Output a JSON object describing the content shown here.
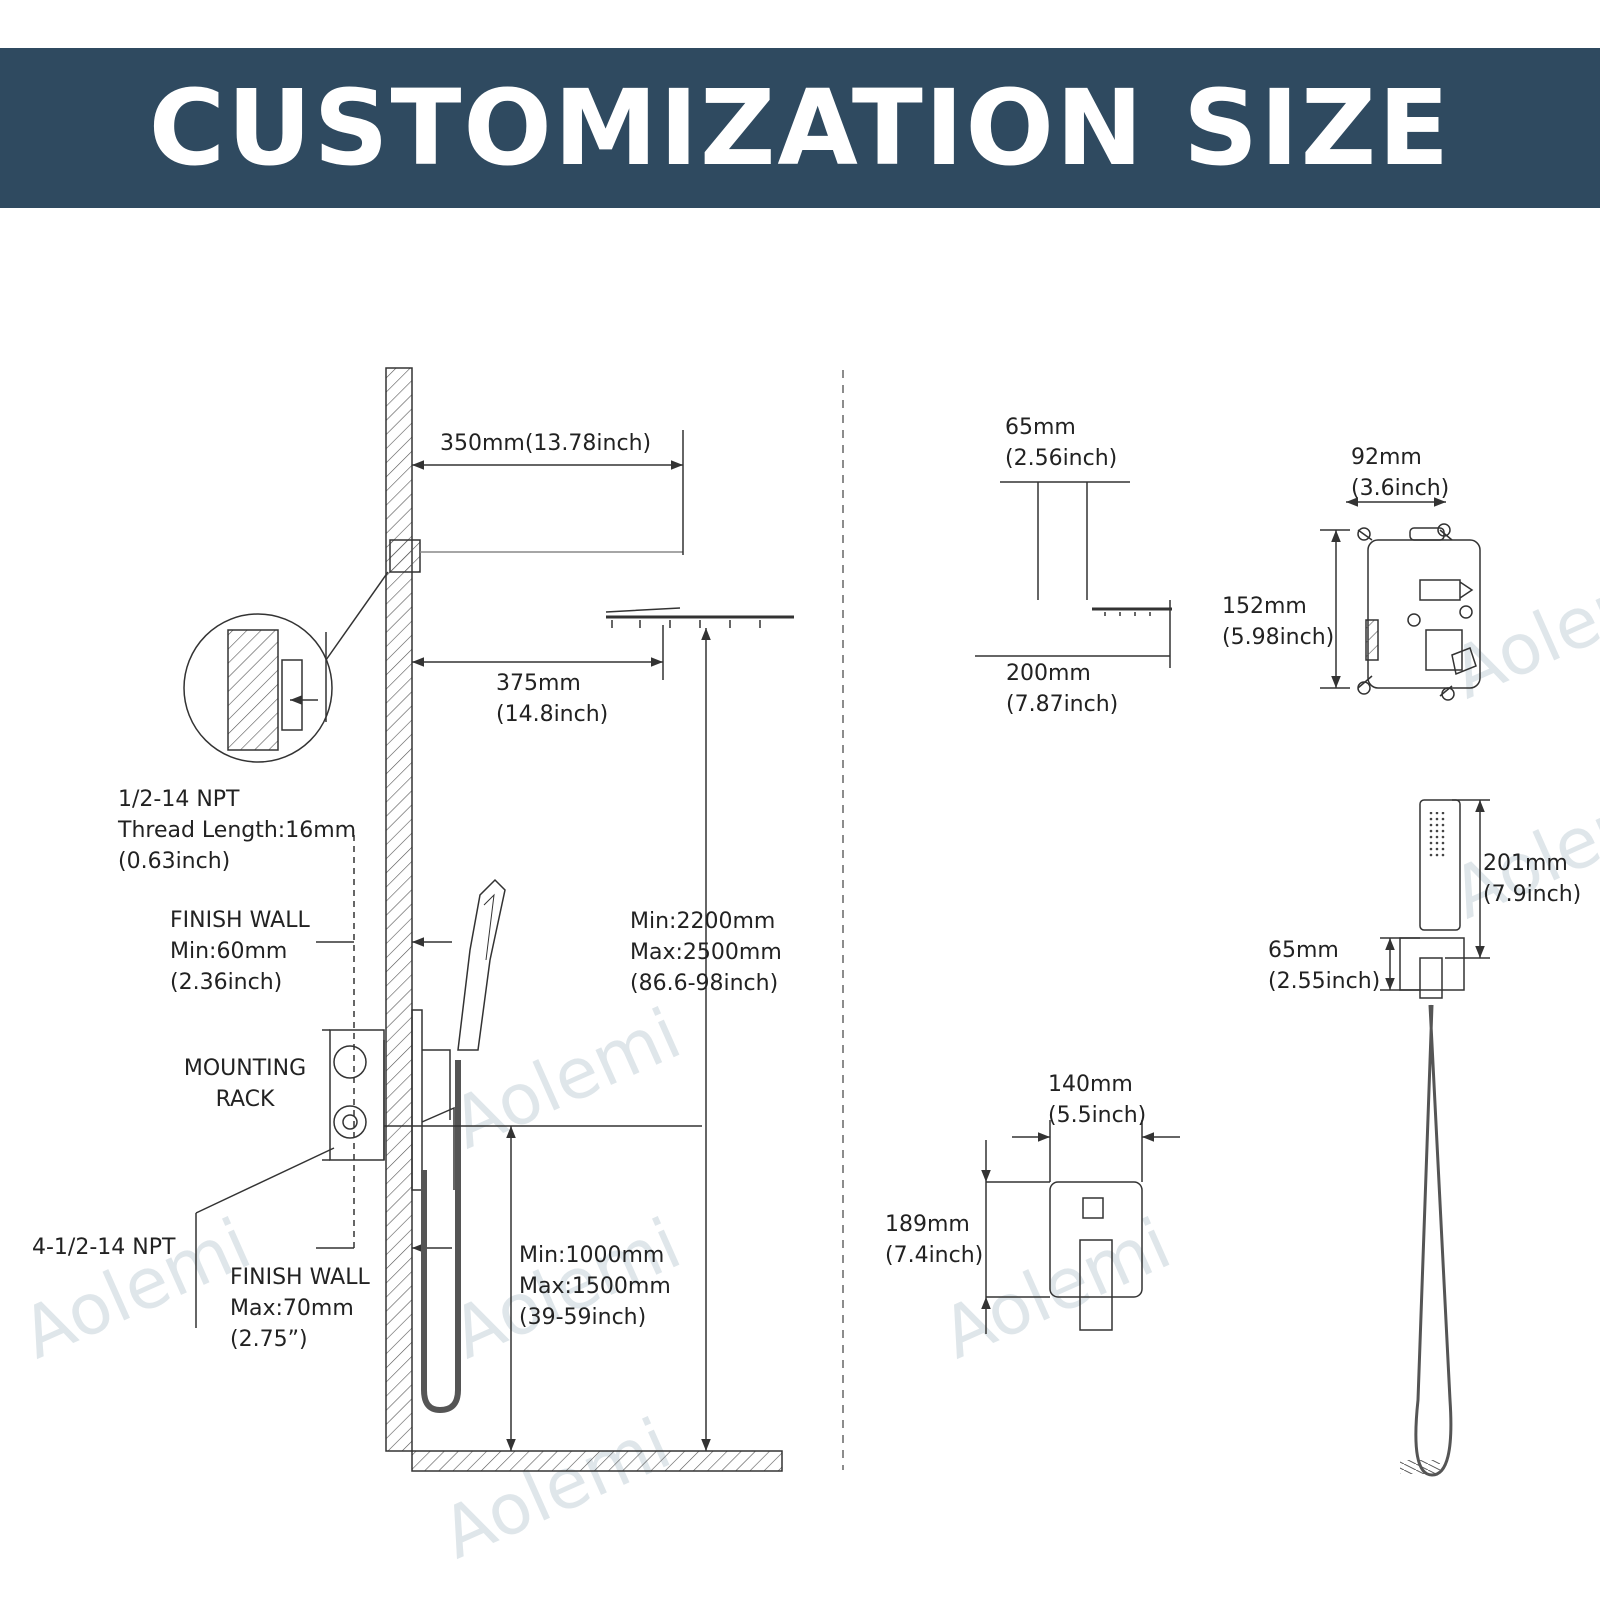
{
  "banner": {
    "title": "CUSTOMIZATION SIZE",
    "color": "#2f4a60"
  },
  "left_view": {
    "top_arm": "350mm(13.78inch)",
    "head_offset": [
      "375mm",
      "(14.8inch)"
    ],
    "npt_top": [
      "1/2-14 NPT",
      "Thread Length:16mm",
      "(0.63inch)"
    ],
    "finish_wall_min": [
      "FINISH WALL",
      "Min:60mm",
      "(2.36inch)"
    ],
    "mounting_rack": [
      "MOUNTING",
      "RACK"
    ],
    "npt_bottom": "4-1/2-14 NPT",
    "finish_wall_max": [
      "FINISH WALL",
      "Max:70mm",
      "(2.75”)"
    ],
    "head_height": [
      "Min:2200mm",
      "Max:2500mm",
      "(86.6-98inch)"
    ],
    "valve_height": [
      "Min:1000mm",
      "Max:1500mm",
      "(39-59inch)"
    ]
  },
  "right_view": {
    "head_thickness": [
      "65mm",
      "(2.56inch)"
    ],
    "head_width": [
      "200mm",
      "(7.87inch)"
    ],
    "valve_width": [
      "92mm",
      "(3.6inch)"
    ],
    "valve_height": [
      "152mm",
      "(5.98inch)"
    ],
    "handheld_length": [
      "201mm",
      "(7.9inch)"
    ],
    "holder_height": [
      "65mm",
      "(2.55inch)"
    ],
    "trim_width": [
      "140mm",
      "(5.5inch)"
    ],
    "trim_height": [
      "189mm",
      "(7.4inch)"
    ]
  },
  "watermark": "Aolemi"
}
